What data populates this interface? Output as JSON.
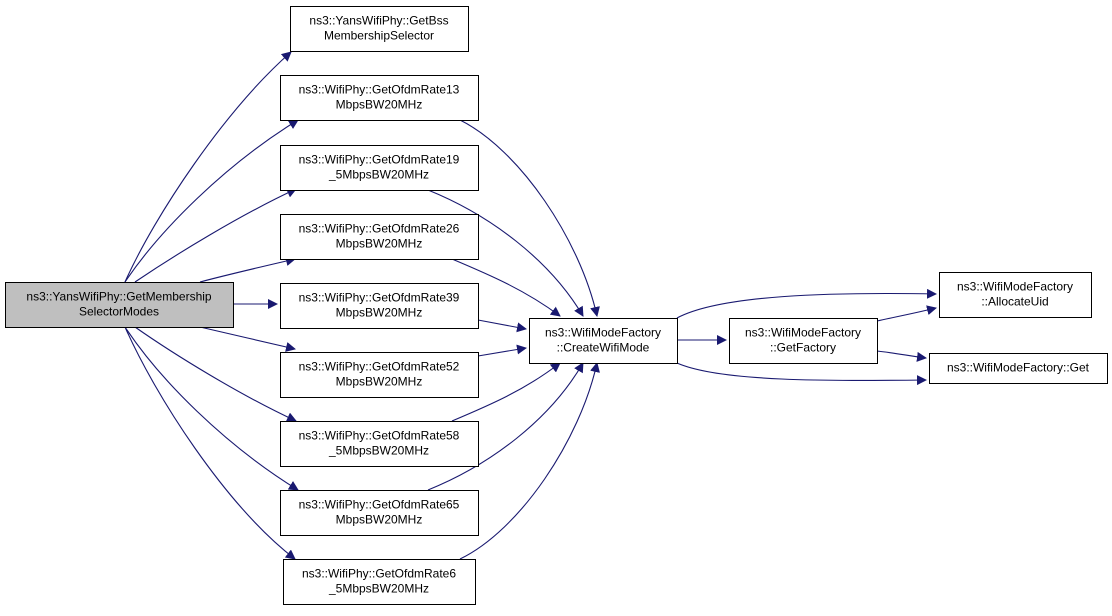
{
  "graph": {
    "nodes": [
      {
        "id": "root",
        "lines": [
          "ns3::YansWifiPhy::GetMembership",
          "SelectorModes"
        ],
        "highlighted": true
      },
      {
        "id": "bss",
        "lines": [
          "ns3::YansWifiPhy::GetBss",
          "MembershipSelector"
        ]
      },
      {
        "id": "r13",
        "lines": [
          "ns3::WifiPhy::GetOfdmRate13",
          "MbpsBW20MHz"
        ]
      },
      {
        "id": "r19",
        "lines": [
          "ns3::WifiPhy::GetOfdmRate19",
          "_5MbpsBW20MHz"
        ]
      },
      {
        "id": "r26",
        "lines": [
          "ns3::WifiPhy::GetOfdmRate26",
          "MbpsBW20MHz"
        ]
      },
      {
        "id": "r39",
        "lines": [
          "ns3::WifiPhy::GetOfdmRate39",
          "MbpsBW20MHz"
        ]
      },
      {
        "id": "r52",
        "lines": [
          "ns3::WifiPhy::GetOfdmRate52",
          "MbpsBW20MHz"
        ]
      },
      {
        "id": "r58",
        "lines": [
          "ns3::WifiPhy::GetOfdmRate58",
          "_5MbpsBW20MHz"
        ]
      },
      {
        "id": "r65",
        "lines": [
          "ns3::WifiPhy::GetOfdmRate65",
          "MbpsBW20MHz"
        ]
      },
      {
        "id": "r6",
        "lines": [
          "ns3::WifiPhy::GetOfdmRate6",
          "_5MbpsBW20MHz"
        ]
      },
      {
        "id": "create",
        "lines": [
          "ns3::WifiModeFactory",
          "::CreateWifiMode"
        ]
      },
      {
        "id": "getfactory",
        "lines": [
          "ns3::WifiModeFactory",
          "::GetFactory"
        ]
      },
      {
        "id": "alloc",
        "lines": [
          "ns3::WifiModeFactory",
          "::AllocateUid"
        ]
      },
      {
        "id": "get",
        "lines": [
          "ns3::WifiModeFactory::Get"
        ]
      }
    ],
    "edges": [
      {
        "from": "root",
        "to": "bss"
      },
      {
        "from": "root",
        "to": "r13"
      },
      {
        "from": "root",
        "to": "r19"
      },
      {
        "from": "root",
        "to": "r26"
      },
      {
        "from": "root",
        "to": "r39"
      },
      {
        "from": "root",
        "to": "r52"
      },
      {
        "from": "root",
        "to": "r58"
      },
      {
        "from": "root",
        "to": "r65"
      },
      {
        "from": "root",
        "to": "r6"
      },
      {
        "from": "r13",
        "to": "create"
      },
      {
        "from": "r19",
        "to": "create"
      },
      {
        "from": "r26",
        "to": "create"
      },
      {
        "from": "r39",
        "to": "create"
      },
      {
        "from": "r52",
        "to": "create"
      },
      {
        "from": "r58",
        "to": "create"
      },
      {
        "from": "r65",
        "to": "create"
      },
      {
        "from": "r6",
        "to": "create"
      },
      {
        "from": "create",
        "to": "getfactory"
      },
      {
        "from": "create",
        "to": "alloc"
      },
      {
        "from": "create",
        "to": "get"
      },
      {
        "from": "getfactory",
        "to": "alloc"
      },
      {
        "from": "getfactory",
        "to": "get"
      }
    ],
    "colors": {
      "edge": "#191970",
      "highlight": "#bfbfbf",
      "border": "#000000"
    }
  }
}
